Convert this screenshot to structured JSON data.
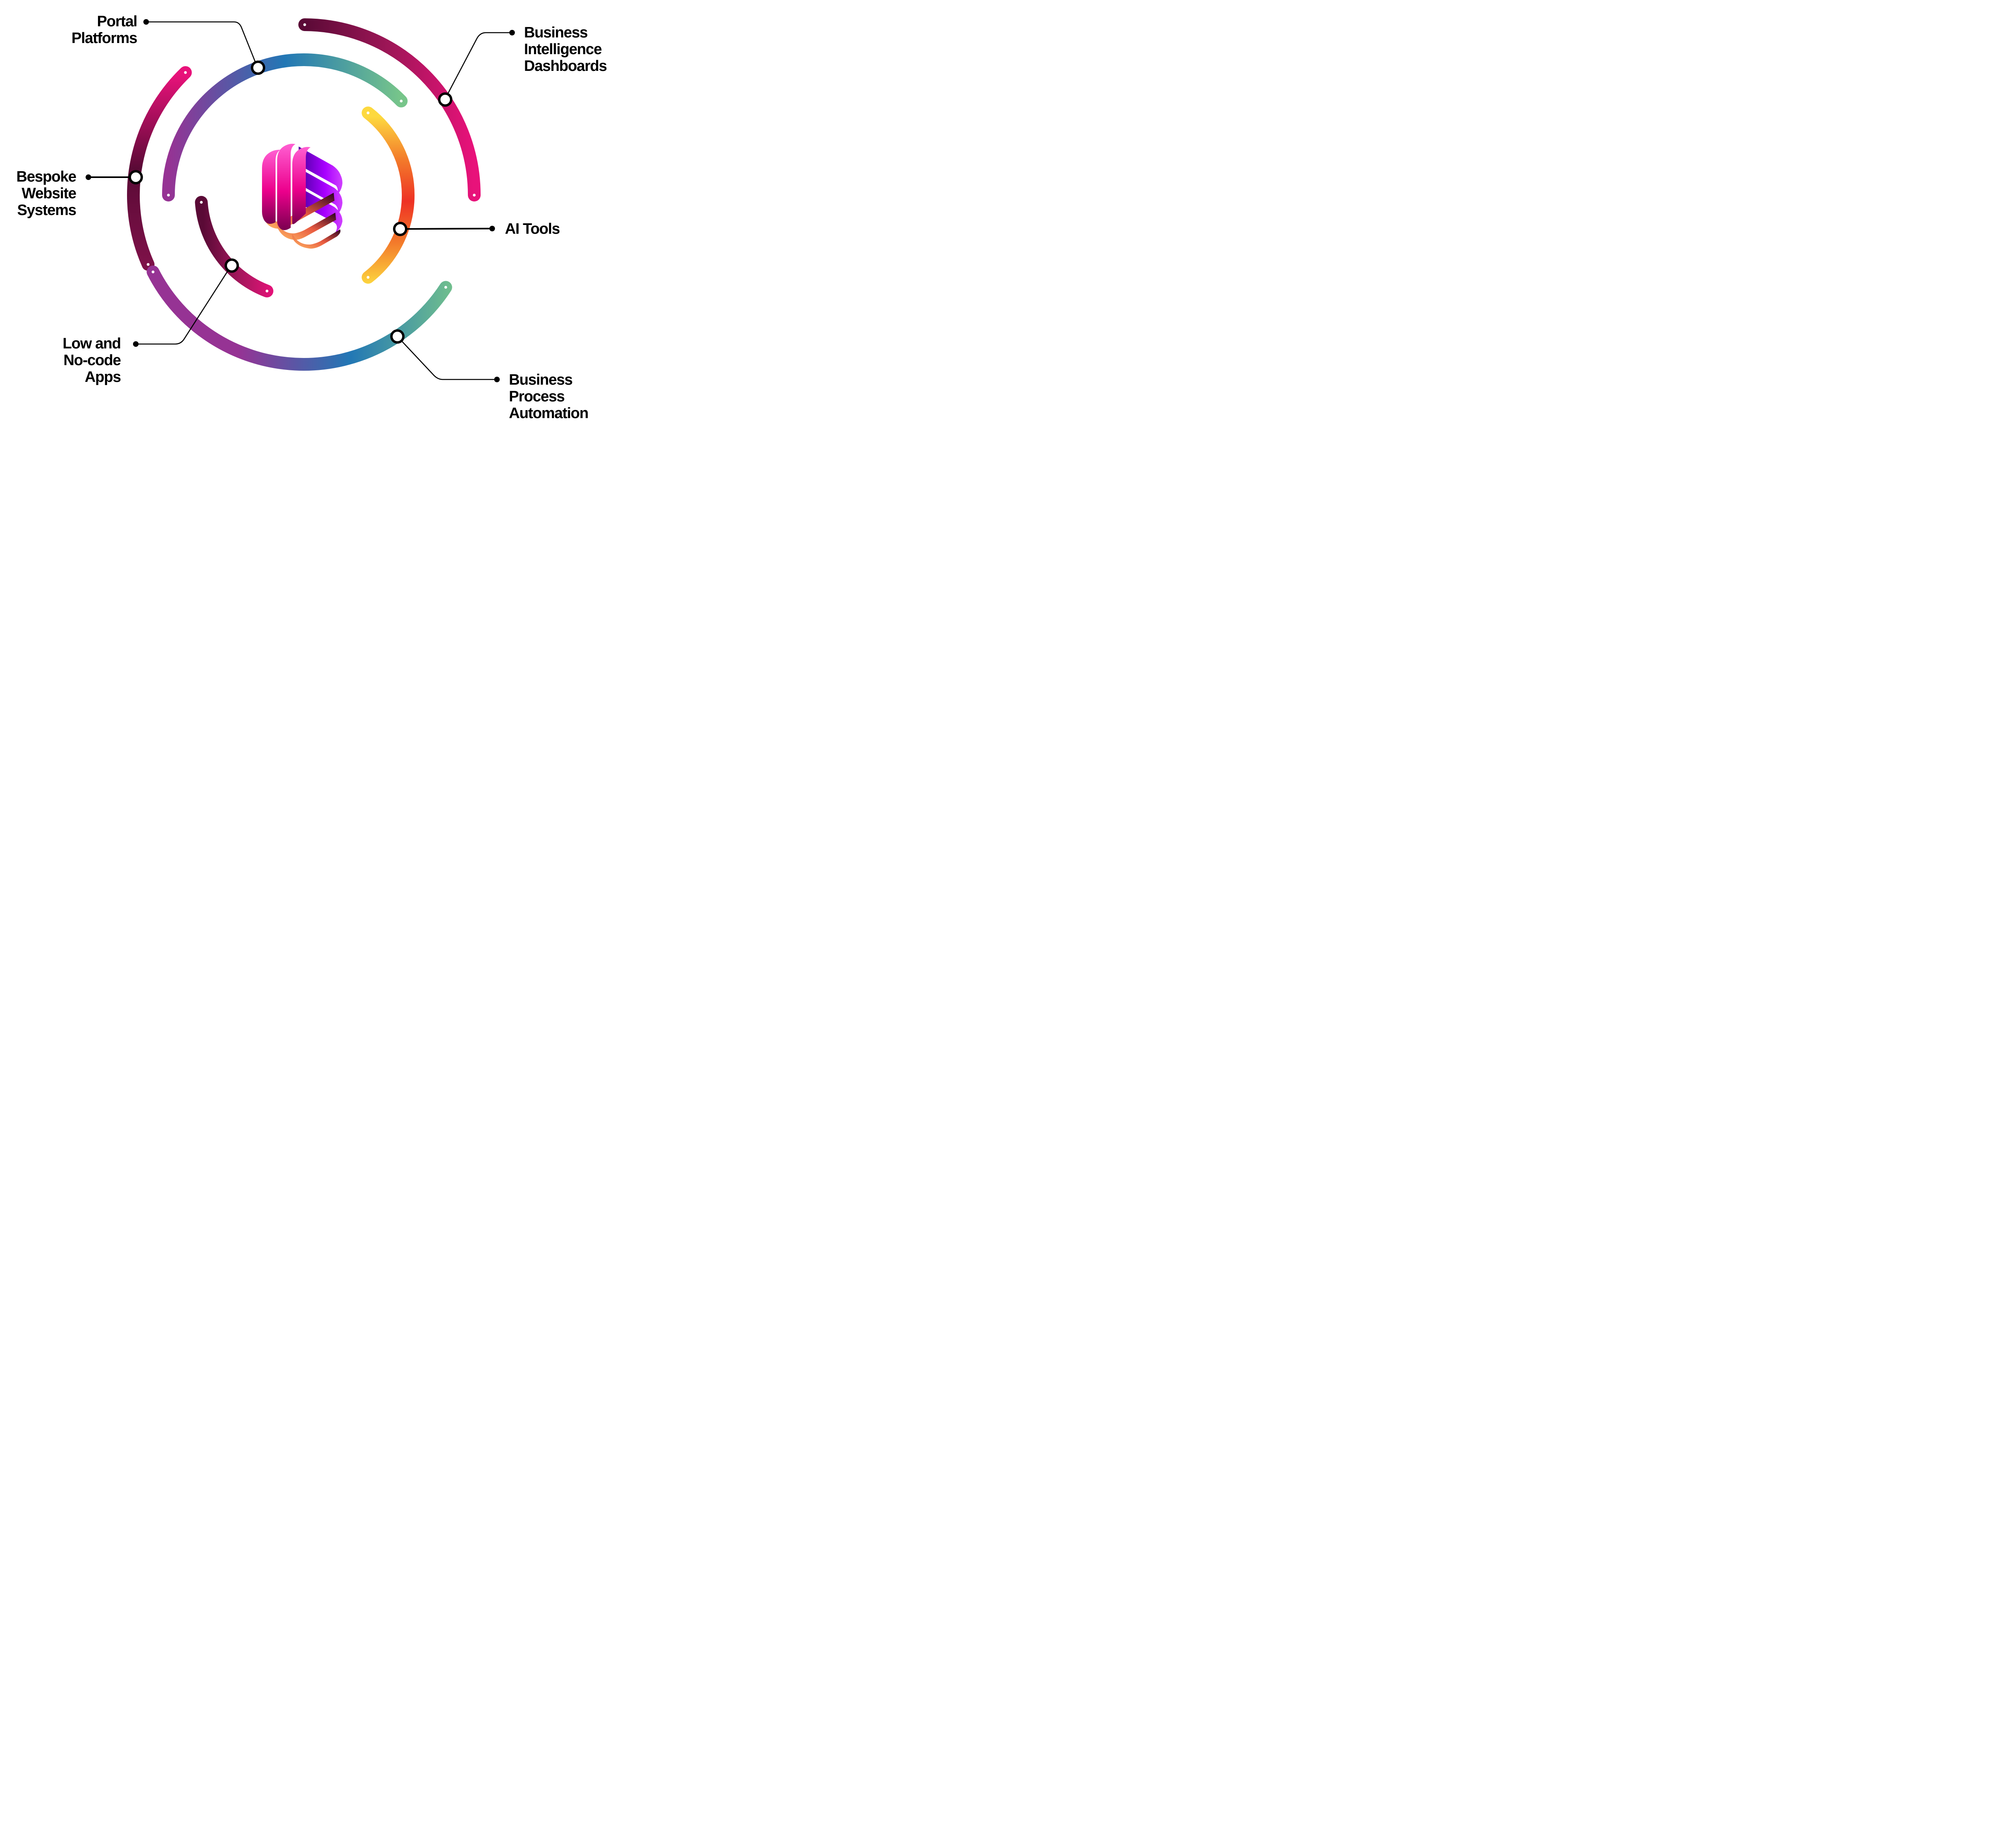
{
  "diagram": {
    "title": "Service capabilities diagram",
    "center_logo": {
      "icon": "ribbon-hexagon-logo-icon",
      "colors": {
        "pink": "#ff5fd2",
        "magenta": "#ec008c",
        "purple": "#a800ff",
        "violet": "#d040ff",
        "orange": "#ffb764",
        "coral": "#e85a40",
        "dark": "#2a0020"
      }
    },
    "services": [
      {
        "id": "portal-platforms",
        "label": "Portal\nPlatforms",
        "ring": "middle",
        "gradient": [
          "#963394",
          "#2277b5",
          "#77c58a"
        ]
      },
      {
        "id": "business-intelligence-dashboards",
        "label": "Business\nIntelligence\nDashboards",
        "ring": "outer",
        "gradient": [
          "#5a0a36",
          "#9e1657",
          "#e8127a"
        ]
      },
      {
        "id": "bespoke-website-systems",
        "label": "Bespoke\nWebsite\nSystems",
        "ring": "outer",
        "gradient": [
          "#e8127a",
          "#5a0a36",
          "#7d1148"
        ]
      },
      {
        "id": "ai-tools",
        "label": "AI Tools",
        "ring": "inner",
        "gradient": [
          "#fdd93f",
          "#f37c2b",
          "#ee3124",
          "#f37c2b",
          "#fdd93f"
        ]
      },
      {
        "id": "low-and-no-code-apps",
        "label": "Low and\nNo-code\nApps",
        "ring": "inner",
        "gradient": [
          "#5a0a36",
          "#a3175c",
          "#e8127a"
        ]
      },
      {
        "id": "business-process-automation",
        "label": "Business\nProcess\nAutomation",
        "ring": "outer",
        "gradient": [
          "#963394",
          "#2277b5",
          "#77c58a"
        ]
      }
    ],
    "connector_color": "#000000",
    "background": "#ffffff"
  }
}
